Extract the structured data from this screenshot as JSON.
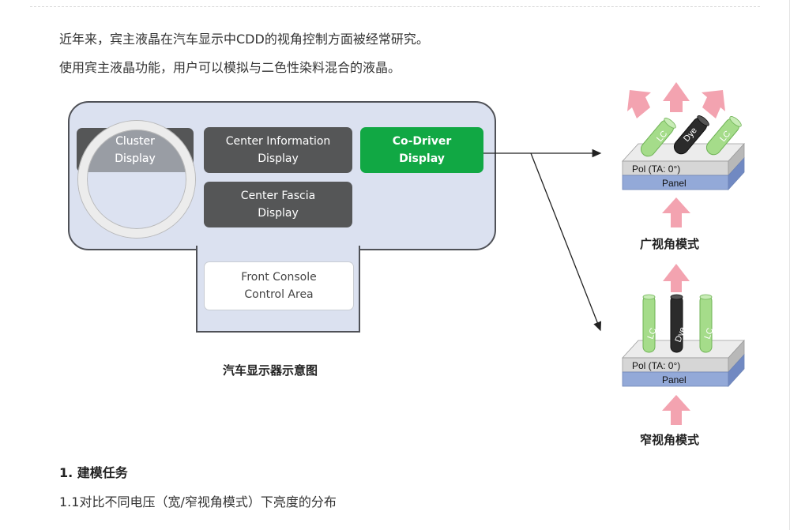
{
  "intro": {
    "line1": "近年来，宾主液晶在汽车显示中CDD的视角控制方面被经常研究。",
    "line2": "使用宾主液晶功能，用户可以模拟与二色性染料混合的液晶。"
  },
  "dashboard": {
    "cluster": {
      "line1": "Cluster",
      "line2": "Display"
    },
    "center_info": {
      "line1": "Center Information",
      "line2": "Display"
    },
    "codriver": {
      "line1": "Co-Driver",
      "line2": "Display"
    },
    "fascia": {
      "line1": "Center Fascia",
      "line2": "Display"
    },
    "console": {
      "line1": "Front Console",
      "line2": "Control Area"
    },
    "caption": "汽车显示器示意图"
  },
  "wide_mode": {
    "lc1": "LC",
    "dye": "Dye",
    "lc2": "LC",
    "pol": "Pol (TA: 0°)",
    "panel": "Panel",
    "label": "广视角模式"
  },
  "narrow_mode": {
    "lc1": "LC",
    "dye": "Dye",
    "lc2": "LC",
    "pol": "Pol (TA: 0°)",
    "panel": "Panel",
    "label": "窄视角模式"
  },
  "sections": {
    "heading": "1. 建模任务",
    "sub": "1.1对比不同电压（宽/窄视角模式）下亮度的分布"
  },
  "colors": {
    "green": "#11a844",
    "dark_box": "#555657",
    "dash_fill": "#dbe1f0",
    "arrow_pink": "#f3a3b0",
    "lc_green": "#a5dc8a",
    "panel_blue": "#93a9d8",
    "pol_gray": "#d6d6d6"
  }
}
